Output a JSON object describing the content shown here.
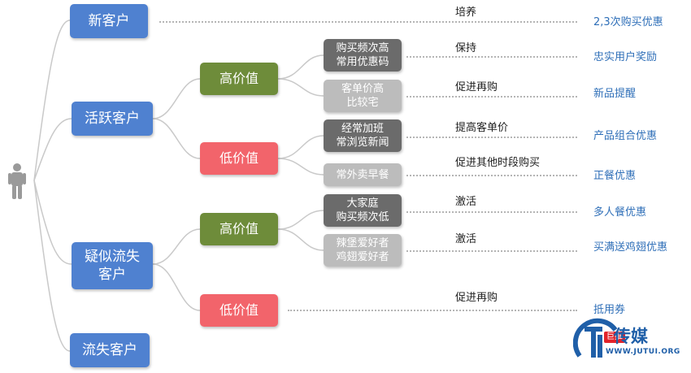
{
  "customers": {
    "new": "新客户",
    "active": "活跃客户",
    "suspected_loss": "疑似流失\n客户",
    "lost": "流失客户"
  },
  "values": {
    "active_high": "高价值",
    "active_low": "低价值",
    "suspect_high": "高价值",
    "suspect_low": "低价值"
  },
  "leaves": [
    "购买频次高\n常用优惠码",
    "客单价高\n比较宅",
    "经常加班\n常浏览新闻",
    "常外卖早餐",
    "大家庭\n购买频次低",
    "辣堡爱好者\n鸡翅爱好者"
  ],
  "actions": [
    "培养",
    "保持",
    "促进再购",
    "提高客单价",
    "促进其他时段购买",
    "激活",
    "激活",
    "促进再购"
  ],
  "results": [
    "2,3次购买优惠",
    "忠实用户奖励",
    "新品提醒",
    "产品组合优惠",
    "正餐优惠",
    "多人餐优惠",
    "买满送鸡翅优惠",
    "抵用券"
  ],
  "logo": {
    "name": "传媒",
    "badge": "巨推",
    "url": "WWW.JUTUI.ORG"
  },
  "colors": {
    "customer": "#4f81d0",
    "high_value": "#6e8c3a",
    "low_value": "#f2646b",
    "leaf_dark": "#6b6b6b",
    "leaf_light": "#bcbcbc",
    "result_text": "#2f6fb8"
  }
}
